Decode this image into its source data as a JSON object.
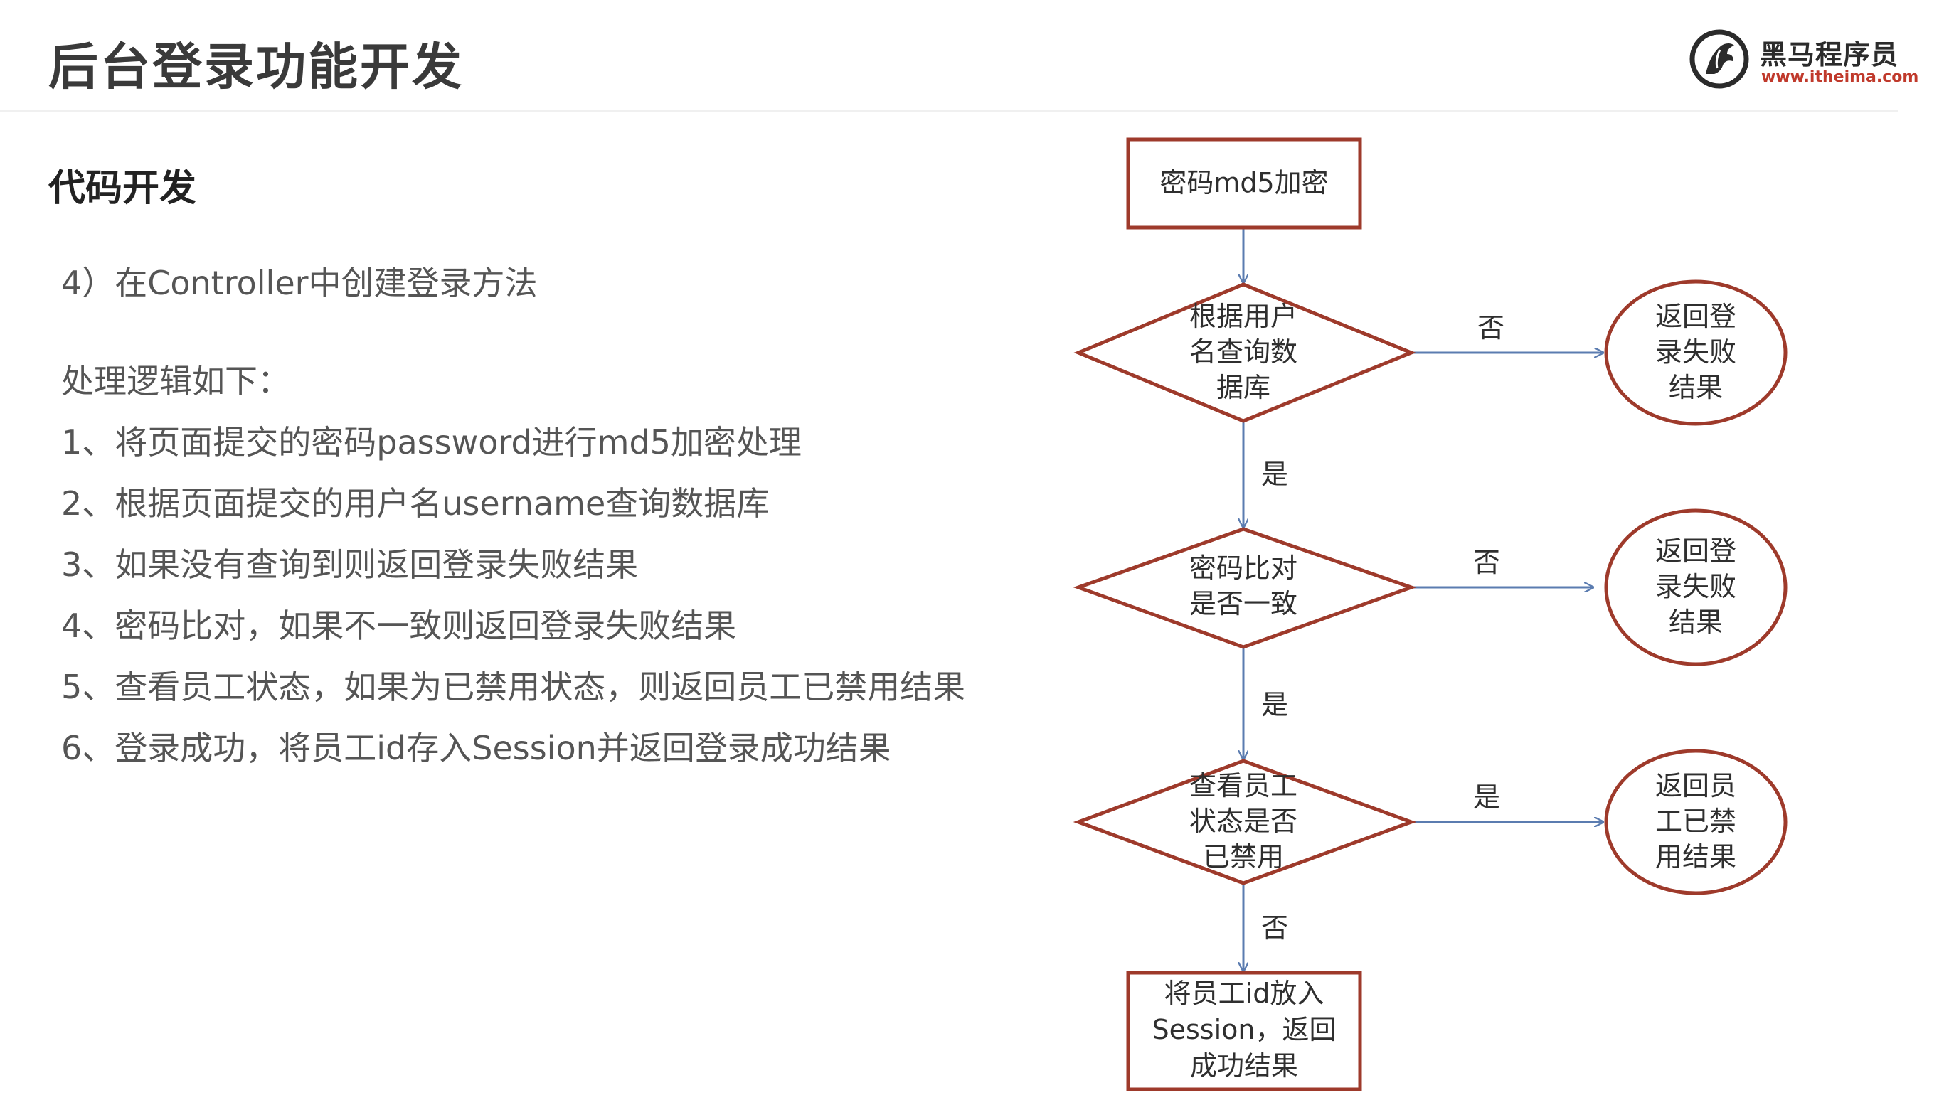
{
  "header": {
    "title": "后台登录功能开发",
    "logo": {
      "name": "黑马程序员",
      "url": "www.itheima.com"
    }
  },
  "content": {
    "section_title": "代码开发",
    "step_title": "4）在Controller中创建登录方法",
    "logic_intro": "处理逻辑如下：",
    "logic_steps": [
      "1、将页面提交的密码password进行md5加密处理",
      "2、根据页面提交的用户名username查询数据库",
      "3、如果没有查询到则返回登录失败结果",
      "4、密码比对，如果不一致则返回登录失败结果",
      "5、查看员工状态，如果为已禁用状态，则返回员工已禁用结果",
      "6、登录成功，将员工id存入Session并返回登录成功结果"
    ]
  },
  "flowchart": {
    "colors": {
      "node_border": "#9e3a2b",
      "arrow": "#5b7cb0",
      "text": "#2f2f2f"
    },
    "nodes": {
      "encrypt": {
        "shape": "rectangle",
        "lines": [
          "密码md5加密"
        ]
      },
      "query": {
        "shape": "diamond",
        "lines": [
          "根据用户",
          "名查询数",
          "据库"
        ]
      },
      "compare": {
        "shape": "diamond",
        "lines": [
          "密码比对",
          "是否一致"
        ]
      },
      "status": {
        "shape": "diamond",
        "lines": [
          "查看员工",
          "状态是否",
          "已禁用"
        ]
      },
      "success": {
        "shape": "rectangle",
        "lines": [
          "将员工id放入",
          "Session，返回",
          "成功结果"
        ]
      },
      "fail1": {
        "shape": "ellipse",
        "lines": [
          "返回登",
          "录失败",
          "结果"
        ]
      },
      "fail2": {
        "shape": "ellipse",
        "lines": [
          "返回登",
          "录失败",
          "结果"
        ]
      },
      "disabled": {
        "shape": "ellipse",
        "lines": [
          "返回员",
          "工已禁",
          "用结果"
        ]
      }
    },
    "edges": [
      {
        "from": "encrypt",
        "to": "query",
        "label": ""
      },
      {
        "from": "query",
        "to": "fail1",
        "label": "否"
      },
      {
        "from": "query",
        "to": "compare",
        "label": "是"
      },
      {
        "from": "compare",
        "to": "fail2",
        "label": "否"
      },
      {
        "from": "compare",
        "to": "status",
        "label": "是"
      },
      {
        "from": "status",
        "to": "disabled",
        "label": "是"
      },
      {
        "from": "status",
        "to": "success",
        "label": "否"
      }
    ]
  }
}
